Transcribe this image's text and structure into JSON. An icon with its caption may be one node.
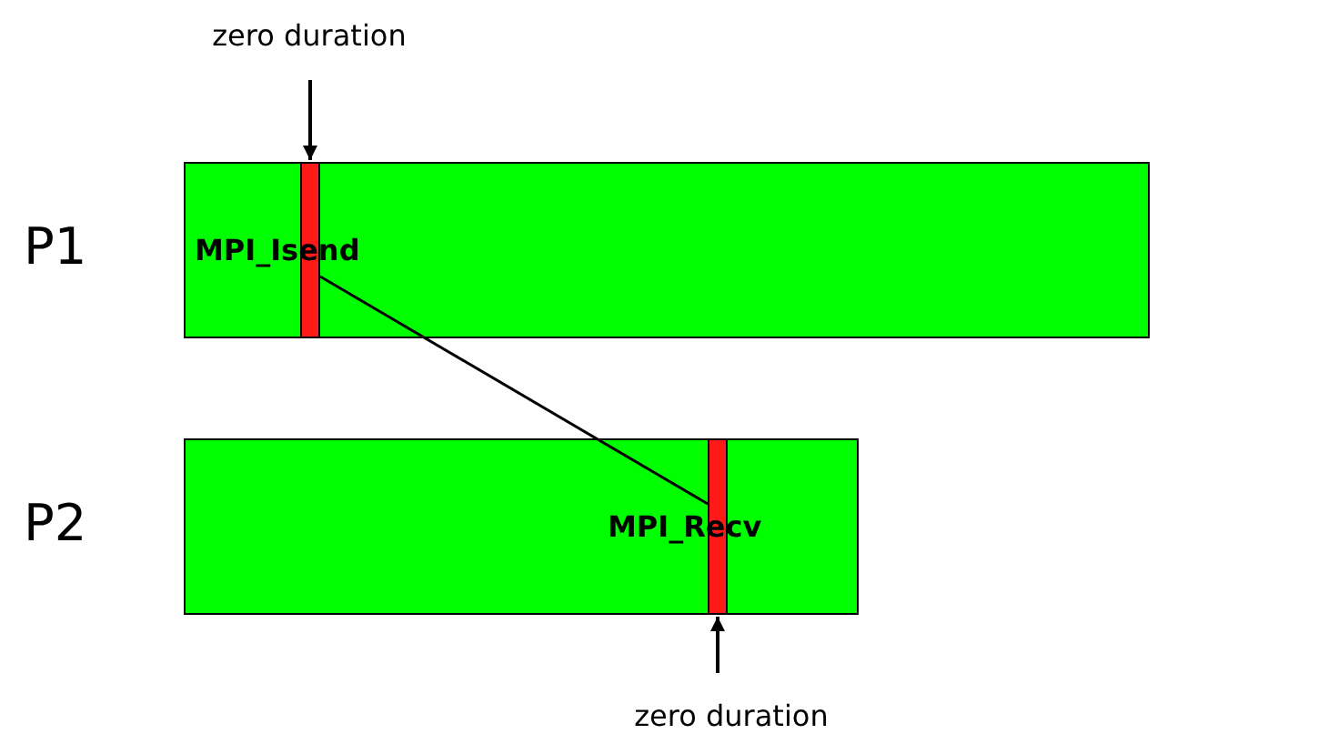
{
  "diagram": {
    "nodes": [
      {
        "text": [
          "zero duration"
        ]
      },
      {
        "text": [
          "MPI_Isend"
        ],
        "beside": [
          "P1"
        ]
      },
      {
        "text": [],
        "shape": "bar",
        "in": 1
      },
      {
        "text": [
          "MPI_Recv"
        ],
        "beside": [
          "P2"
        ]
      },
      {
        "text": [],
        "shape": "bar",
        "in": 3
      },
      {
        "text": [
          "zero duration"
        ]
      }
    ],
    "edges": [
      {
        "from": 0,
        "to": 2,
        "arrow": "to"
      },
      {
        "from": 2,
        "to": 4,
        "arrow": "none"
      },
      {
        "from": 5,
        "to": 4,
        "arrow": "to"
      }
    ]
  }
}
